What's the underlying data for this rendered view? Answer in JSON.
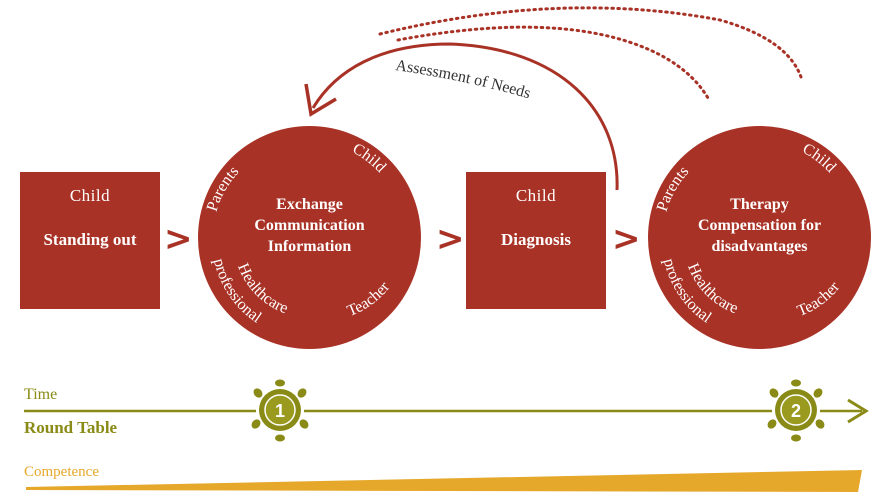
{
  "stage1": {
    "label": "Child",
    "title": "Standing out"
  },
  "circle1": {
    "lines": [
      "Exchange",
      "Communication",
      "Information"
    ],
    "parents": "Parents",
    "child": "Child",
    "health1": "Healthcare",
    "health2": "professional",
    "teacher": "Teacher"
  },
  "stage3": {
    "label": "Child",
    "title": "Diagnosis"
  },
  "circle2": {
    "lines": [
      "Therapy",
      "Compensation for",
      "disadvantages"
    ],
    "parents": "Parents",
    "child": "Child",
    "health1": "Healthcare",
    "health2": "professional",
    "teacher": "Teacher"
  },
  "feedback_label": "Assessment of Needs",
  "connector": ">",
  "timeline": {
    "time_label": "Time",
    "round_table_label": "Round Table",
    "markers": [
      "1",
      "2"
    ]
  },
  "competence_label": "Competence",
  "colors": {
    "red": "#a93226",
    "olive": "#8a8a16",
    "gold": "#e6a82a"
  }
}
